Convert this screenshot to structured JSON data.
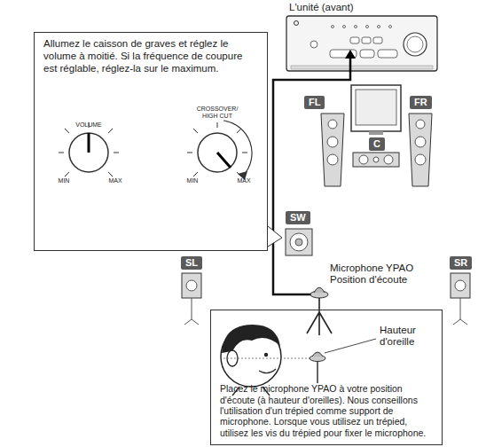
{
  "diagram": {
    "nodes": [
      {
        "text": [
          "Allumez le caisson de graves et réglez le volume à moitié. Si la fréquence de coupure est réglable, réglez-la sur le maximum."
        ]
      },
      {
        "text": [
          "FL"
        ]
      },
      {
        "text": [
          "FR"
        ]
      },
      {
        "text": [
          "C"
        ]
      },
      {
        "text": [
          "SW"
        ]
      },
      {
        "text": [
          "SL"
        ]
      },
      {
        "text": [
          "SR"
        ]
      },
      {
        "text": [
          "Placez le microphone YPAO à votre position d'écoute (à hauteur d'oreilles). Nous conseillons l'utilisation d'un trépied comme support de microphone. Lorsque vous utilisez un trépied, utilisez les vis du trépied pour fixer le microphone."
        ]
      }
    ],
    "labels": [
      "L'unité (avant)",
      "VOLUME",
      "MIN",
      "MAX",
      "CROSSOVER/ HIGH CUT",
      "MIN",
      "MAX",
      "Microphone YPAO Position d'écoute",
      "Hauteur d'oreille"
    ]
  }
}
